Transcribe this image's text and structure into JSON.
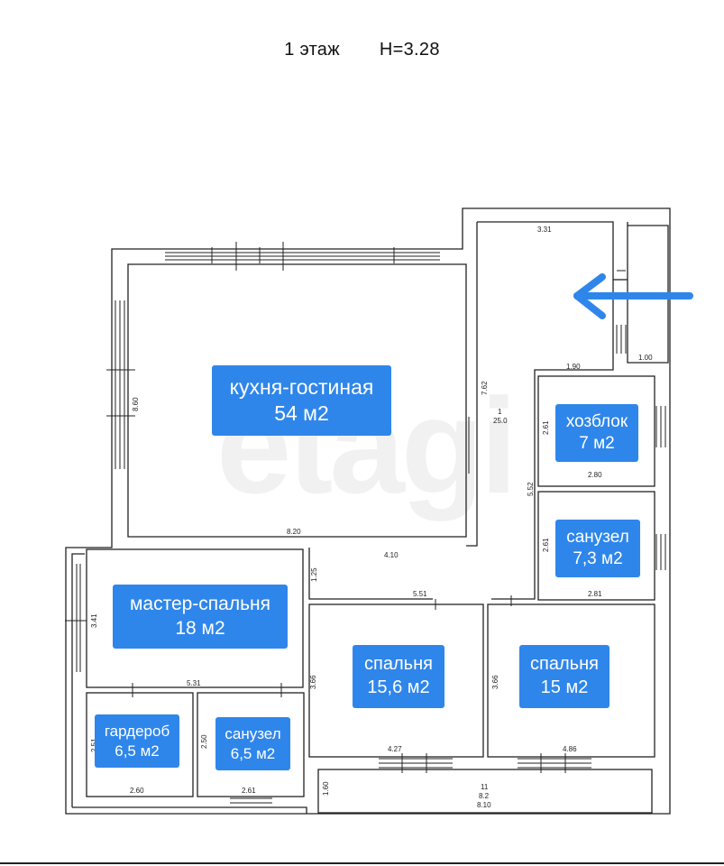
{
  "header": {
    "floor": "1 этаж",
    "height": "H=3.28"
  },
  "watermark": "etagi",
  "colors": {
    "label_bg": "#2f86ea",
    "arrow": "#2f86ea",
    "wall": "#222222"
  },
  "icons": {
    "entrance": "arrow-left-icon"
  },
  "rooms": {
    "kitchen": {
      "name": "кухня-гостиная",
      "area": "54 м2"
    },
    "storage": {
      "name": "хозблок",
      "area": "7 м2"
    },
    "bath1": {
      "name": "санузел",
      "area": "7,3 м2"
    },
    "master": {
      "name": "мастер-спальня",
      "area": "18 м2"
    },
    "bedroom1": {
      "name": "спальня",
      "area": "15,6 м2"
    },
    "bedroom2": {
      "name": "спальня",
      "area": "15 м2"
    },
    "wardrobe": {
      "name": "гардероб",
      "area": "6,5 м2"
    },
    "bath2": {
      "name": "санузел",
      "area": "6,5 м2"
    }
  },
  "dims": {
    "d331": "3.31",
    "d190": "1.90",
    "d100": "1.00",
    "d762": "7.62",
    "room_no": "1",
    "corr_area": "25.0",
    "d860": "8.60",
    "d820": "8.20",
    "d410": "4.10",
    "d125": "1.25",
    "d551": "5.51",
    "d552": "5.52",
    "d261a": "2.61",
    "d280": "2.80",
    "d261b": "2.61",
    "d281": "2.81",
    "d341": "3.41",
    "d531": "5.31",
    "d366a": "3.66",
    "d366b": "3.66",
    "d427": "4.27",
    "d486": "4.86",
    "d251": "2.51",
    "d250": "2.50",
    "d260": "2.60",
    "d261c": "2.61",
    "d160": "1.60",
    "terrace_no": "11",
    "terrace_area": "8.2",
    "d810": "8.10"
  }
}
